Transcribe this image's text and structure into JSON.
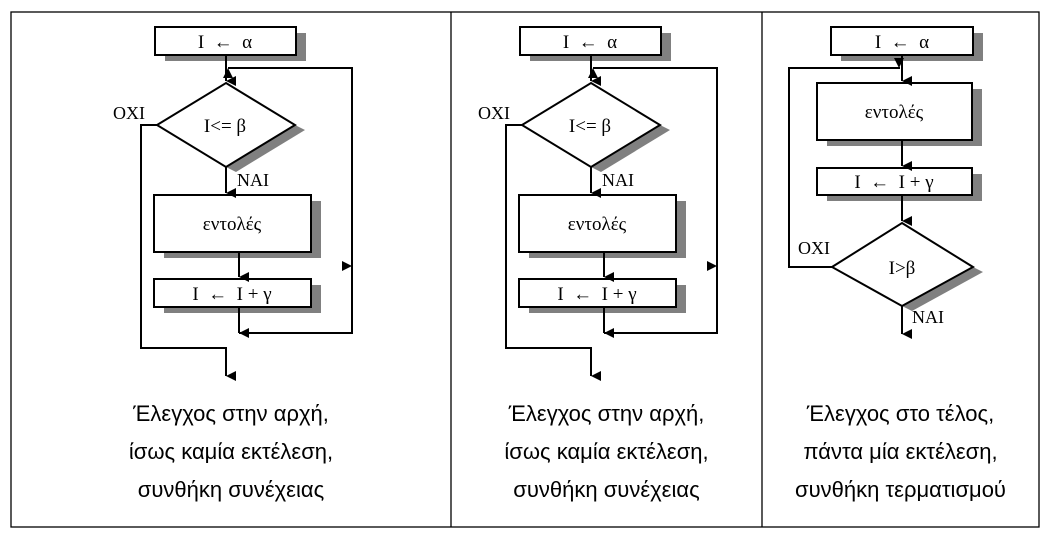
{
  "colors": {
    "line": "#000000",
    "shadow": "#808080",
    "background": "#ffffff"
  },
  "columns": [
    {
      "type": "pre-test",
      "init": "I  ←  α",
      "condition": "I<= β",
      "body": "εντολές",
      "increment": "I  ←  I + γ",
      "no_label": "OXI",
      "yes_label": "NAI",
      "caption": [
        "Έλεγχος στην αρχή,",
        "ίσως καμία εκτέλεση,",
        "συνθήκη συνέχειας"
      ]
    },
    {
      "type": "pre-test",
      "init": "I  ←  α",
      "condition": "I<= β",
      "body": "εντολές",
      "increment": "I  ←  I + γ",
      "no_label": "OXI",
      "yes_label": "NAI",
      "caption": [
        "Έλεγχος στην αρχή,",
        "ίσως καμία εκτέλεση,",
        "συνθήκη συνέχειας"
      ]
    },
    {
      "type": "post-test",
      "init": "I  ←  α",
      "condition": "I>β",
      "body": "εντολές",
      "increment": "I  ←  I + γ",
      "no_label": "OXI",
      "yes_label": "NAI",
      "caption": [
        "Έλεγχος στο τέλος,",
        "πάντα μία εκτέλεση,",
        "συνθήκη τερματισμού"
      ]
    }
  ]
}
